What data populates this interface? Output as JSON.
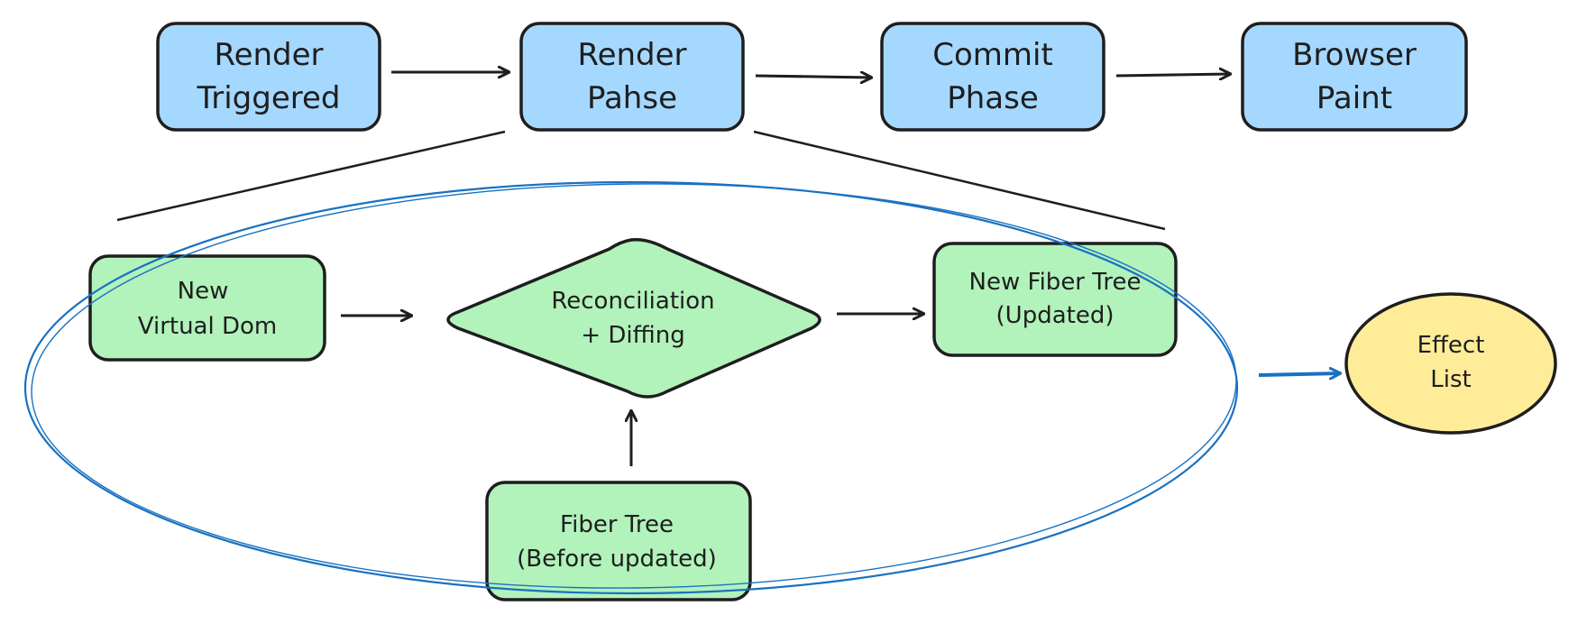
{
  "diagram": {
    "colors": {
      "stroke": "#1e1e1e",
      "phase_fill": "#a5d8ff",
      "process_fill": "#b2f2bb",
      "effect_fill": "#ffec99",
      "loop_stroke": "#1971c2",
      "background": "#ffffff"
    },
    "phases": {
      "render_triggered": [
        "Render",
        "Triggered"
      ],
      "render_phase": [
        "Render",
        "Pahse"
      ],
      "commit_phase": [
        "Commit",
        "Phase"
      ],
      "browser_paint": [
        "Browser",
        "Paint"
      ]
    },
    "render_detail": {
      "new_virtual_dom": [
        "New",
        "Virtual Dom"
      ],
      "reconciliation": [
        "Reconciliation",
        "+ Diffing"
      ],
      "new_fiber_tree": [
        "New Fiber Tree",
        "(Updated)"
      ],
      "fiber_tree_before": [
        "Fiber Tree",
        "(Before updated)"
      ]
    },
    "effect_list": [
      "Effect",
      "List"
    ]
  }
}
